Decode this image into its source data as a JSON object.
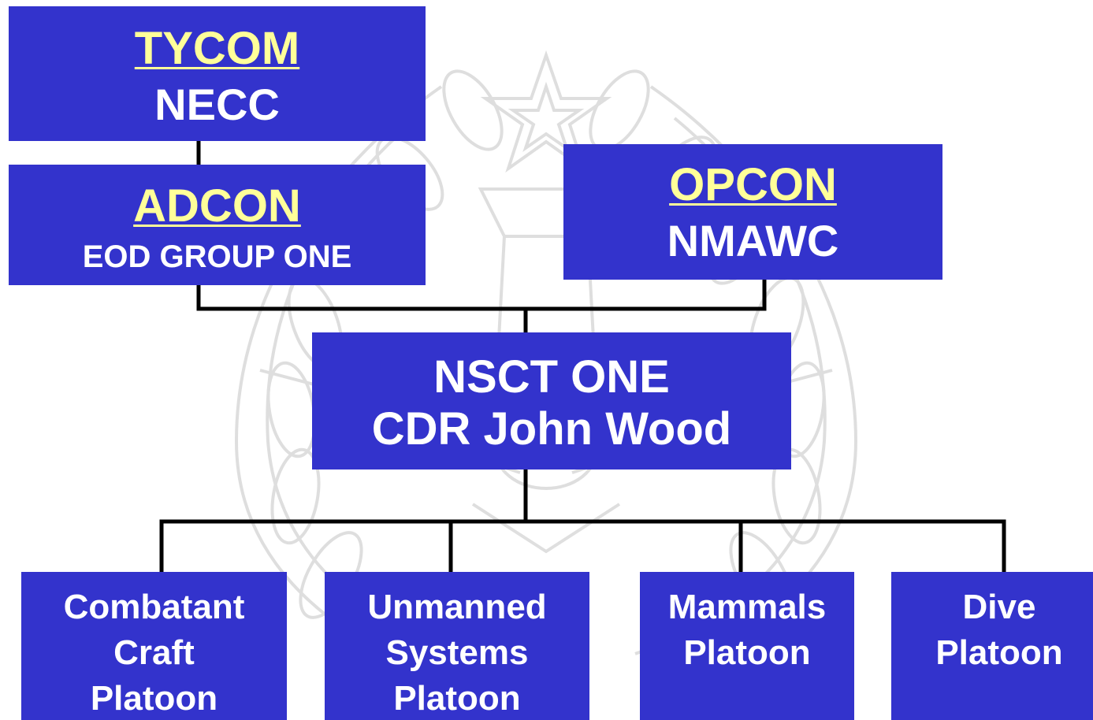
{
  "colors": {
    "box_fill": "#3333cc",
    "box_text": "#ffffff",
    "role_text": "#ffff99",
    "connector": "#000000",
    "watermark": "#d9d9d9"
  },
  "watermark": {
    "icon": "eod-badge-wreath-icon"
  },
  "command": {
    "tycom": {
      "role": "TYCOM",
      "unit": "NECC"
    },
    "adcon": {
      "role": "ADCON",
      "unit": "EOD GROUP ONE"
    },
    "opcon": {
      "role": "OPCON",
      "unit": "NMAWC"
    }
  },
  "unit": {
    "line1": "NSCT ONE",
    "line2": "CDR John Wood"
  },
  "platoons": [
    {
      "lines": [
        "Combatant",
        "Craft",
        "Platoon"
      ]
    },
    {
      "lines": [
        "Unmanned",
        "Systems",
        "Platoon"
      ]
    },
    {
      "lines": [
        "Mammals",
        "Platoon"
      ]
    },
    {
      "lines": [
        "Dive",
        "Platoon"
      ]
    }
  ]
}
